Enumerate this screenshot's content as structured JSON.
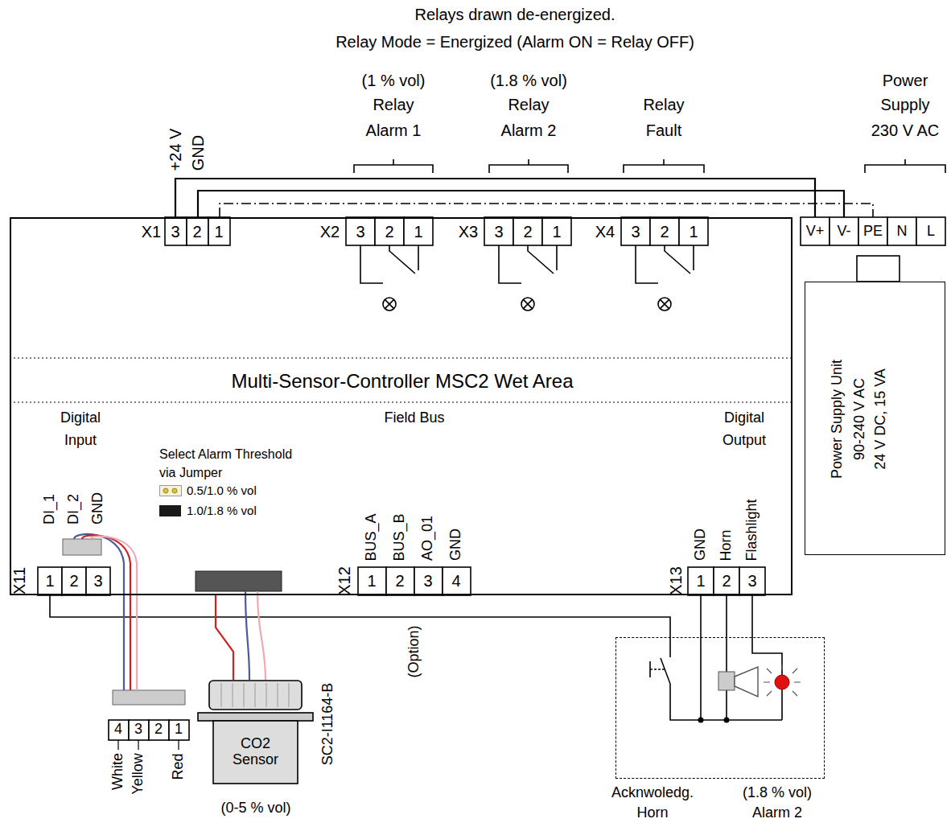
{
  "diagram": {
    "nodes": [
      {
        "text": [
          "Multi-Sensor-Controller MSC2 Wet Area"
        ]
      },
      {
        "text": [
          "Power Supply Unit",
          "90-240 V AC",
          "24 V DC, 15 VA"
        ]
      },
      {
        "text": [
          "CO2 Sensor"
        ]
      },
      {
        "text": [
          "Acknwoledg.",
          "(1.8 % vol)",
          "Horn",
          "Alarm 2"
        ]
      }
    ],
    "edges": [
      {
        "from": 2,
        "to": 0,
        "arrow": "none"
      },
      {
        "from": 3,
        "to": 0,
        "arrow": "none"
      }
    ],
    "labels": [
      "Relays drawn de-energized.",
      "Relay Mode = Energized (Alarm ON = Relay OFF)",
      "+24 V",
      "GND",
      "(1 % vol)",
      "Relay",
      "Alarm 1",
      "(1.8 % vol)",
      "Relay",
      "Alarm 2",
      "Relay",
      "Fault",
      "Power",
      "Supply",
      "230 V AC",
      "X1",
      "3",
      "2",
      "1",
      "X2",
      "3",
      "2",
      "1",
      "X3",
      "3",
      "2",
      "1",
      "X4",
      "3",
      "2",
      "1",
      "V+",
      "V-",
      "PE",
      "N",
      "L",
      "Digital",
      "Input",
      "Select Alarm Threshold",
      "via Jumper",
      "Field Bus",
      "Digital",
      "Output",
      "DI_1",
      "DI_2",
      "GND",
      "X11",
      "1",
      "2",
      "3",
      "X12",
      "BUS_A",
      "BUS_B",
      "AO_01",
      "GND",
      "1",
      "2",
      "3",
      "4",
      "X13",
      "GND",
      "Horn",
      "Flashlight",
      "1",
      "2",
      "3",
      "(Option)",
      "4",
      "3",
      "2",
      "1",
      "White",
      "Yellow",
      "Red",
      "(0-5 % vol)",
      "SC2-I1164-B"
    ],
    "legend": [
      {
        "text": "0.5/1.0 % vol"
      },
      {
        "text": "1.0/1.8 % vol",
        "color": "#1a1a1a"
      }
    ]
  }
}
